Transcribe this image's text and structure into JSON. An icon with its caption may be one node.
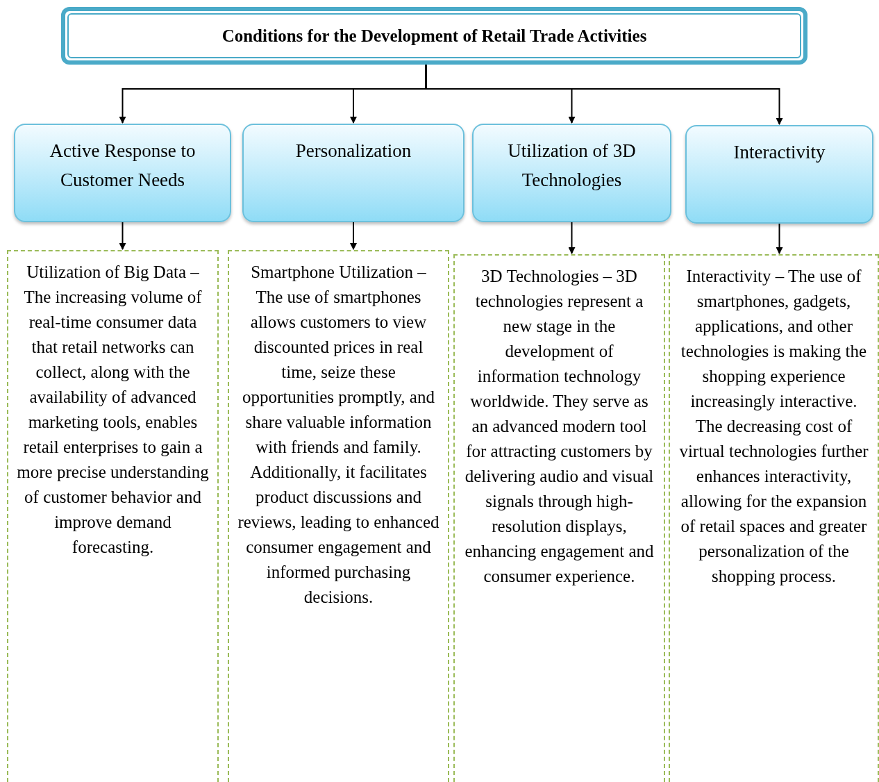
{
  "diagram": {
    "nodes": [
      {
        "text": [
          "Conditions for the Development of Retail Trade Activities"
        ]
      },
      {
        "text": [
          "Active Response to Customer Needs"
        ]
      },
      {
        "text": [
          "Personalization"
        ]
      },
      {
        "text": [
          "Utilization of 3D Technologies"
        ]
      },
      {
        "text": [
          "Interactivity"
        ]
      },
      {
        "text": [
          "Utilization of Big Data – The increasing volume of real-time consumer data that retail networks can collect, along with the availability of advanced marketing tools, enables retail enterprises to gain a more precise understanding of customer behavior and improve demand forecasting."
        ]
      },
      {
        "text": [
          "Smartphone Utilization – The use of smartphones allows customers to view discounted prices in real time, seize these opportunities promptly, and share valuable information with friends and family. Additionally, it facilitates product discussions and reviews, leading to enhanced consumer engagement and informed purchasing decisions."
        ]
      },
      {
        "text": [
          "3D Technologies – 3D technologies represent a new stage in the development of information technology worldwide. They serve as an advanced modern tool for attracting customers by delivering audio and visual signals through high-resolution displays, enhancing engagement and consumer experience."
        ]
      },
      {
        "text": [
          "Interactivity – The use of smartphones, gadgets, applications, and other technologies is making the shopping experience increasingly interactive. The decreasing cost of virtual technologies further enhances interactivity, allowing for the expansion of retail spaces and greater personalization of the shopping process."
        ]
      }
    ],
    "edges": [
      {
        "from": 0,
        "to": 1,
        "arrow": "to"
      },
      {
        "from": 0,
        "to": 2,
        "arrow": "to"
      },
      {
        "from": 0,
        "to": 3,
        "arrow": "to"
      },
      {
        "from": 0,
        "to": 4,
        "arrow": "to"
      },
      {
        "from": 1,
        "to": 5,
        "arrow": "to"
      },
      {
        "from": 2,
        "to": 6,
        "arrow": "to"
      },
      {
        "from": 3,
        "to": 7,
        "arrow": "to"
      },
      {
        "from": 4,
        "to": 8,
        "arrow": "to"
      }
    ]
  }
}
